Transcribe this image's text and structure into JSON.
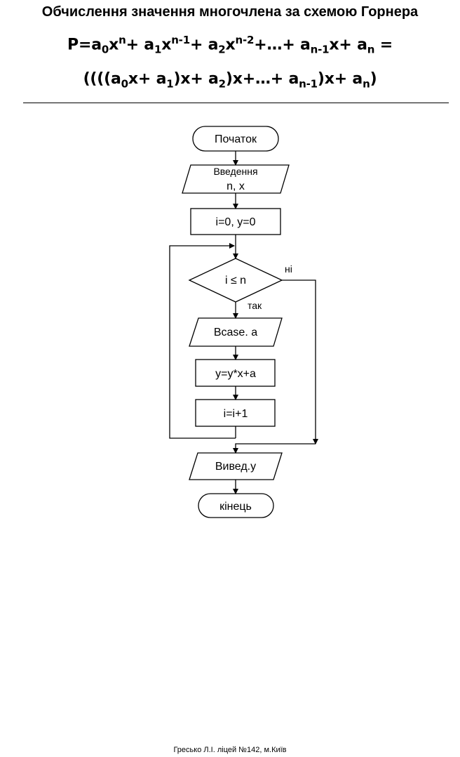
{
  "title": "Обчислення значення многочлена за схемою Горнера",
  "formula_line1": {
    "prefix": "P=a",
    "s0": "0",
    "t0": "x",
    "p0": "n",
    "t1": "+ a",
    "s1": "1",
    "t2": "x",
    "p1": "n-1",
    "t3": "+ a",
    "s2": "2",
    "t4": "x",
    "p2": "n-2",
    "t5": "+…+ a",
    "s3": "n-1",
    "t6": "x+ a",
    "s4": "n",
    "t7": " ="
  },
  "formula_line2": {
    "prefix": "((((a",
    "s0": "0",
    "t0": "x+ a",
    "s1": "1",
    "t1": ")x+ a",
    "s2": "2",
    "t2": ")x+…+ a",
    "s3": "n-1",
    "t3": ")x+ a",
    "s4": "n",
    "t4": ")"
  },
  "flowchart": {
    "start": "Початок",
    "input_line1": "Введення",
    "input_line2": "n, x",
    "init": "i=0, y=0",
    "condition": "i ≤ n",
    "label_no": "ні",
    "label_yes": "так",
    "read_a": "Вcase. a",
    "compute": "y=y*x+a",
    "increment": "i=i+1",
    "output": "Вивед.у",
    "end": "кінець"
  },
  "footer": "Гресько Л.І. ліцей №142, м.Київ"
}
